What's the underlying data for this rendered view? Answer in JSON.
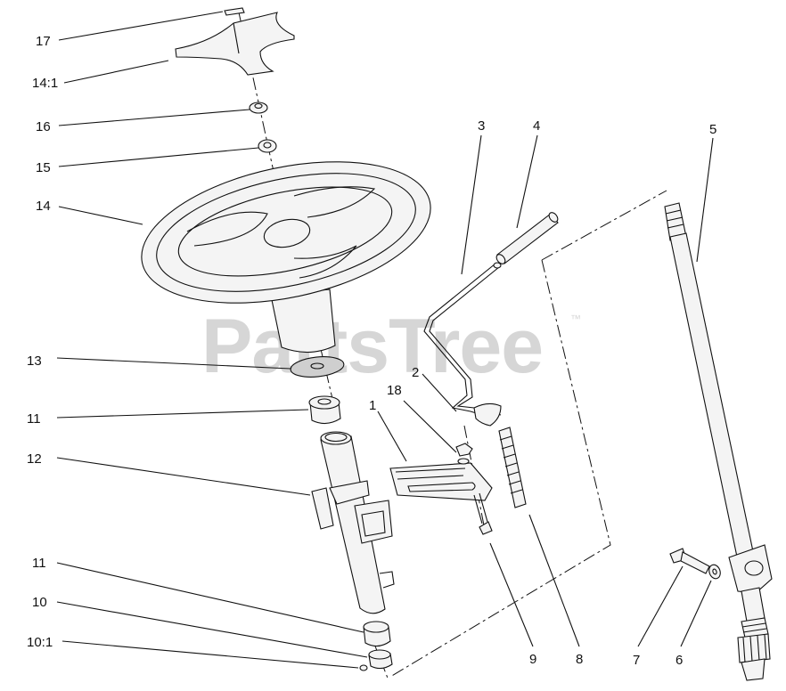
{
  "watermark": {
    "text": "PartsTree",
    "trademark": "™"
  },
  "callouts": {
    "c17": "17",
    "c14_1": "14:1",
    "c16": "16",
    "c15": "15",
    "c14": "14",
    "c13": "13",
    "c11a": "11",
    "c12": "12",
    "c18": "18",
    "c1": "1",
    "c2": "2",
    "c3": "3",
    "c4": "4",
    "c5": "5",
    "c11b": "11",
    "c10": "10",
    "c10_1": "10:1",
    "c9": "9",
    "c8": "8",
    "c7": "7",
    "c6": "6"
  }
}
